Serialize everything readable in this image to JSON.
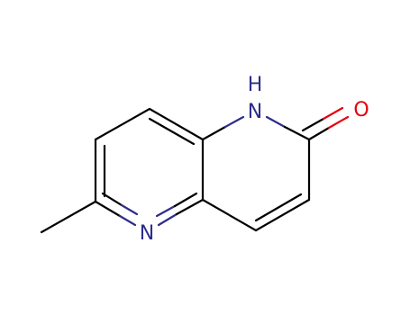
{
  "molecule": {
    "atoms": {
      "n_ring_nh": {
        "symbol": "N",
        "color": "#2d2d8c"
      },
      "h_on_n": {
        "symbol": "H",
        "color": "#2d2d8c"
      },
      "n_ring": {
        "symbol": "N",
        "color": "#2d2d8c"
      },
      "o_carbonyl": {
        "symbol": "O",
        "color": "#e8000b"
      }
    },
    "colors": {
      "carbon_bond": "#000000",
      "nitrogen_bond": "#2d2d8c",
      "oxygen_bond": "#e8000b"
    }
  }
}
